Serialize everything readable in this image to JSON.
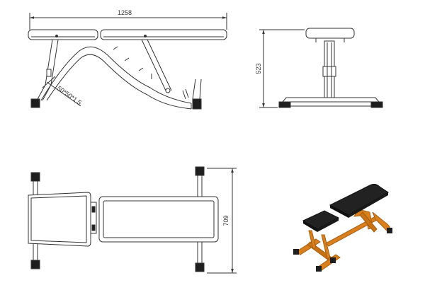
{
  "dimensions": {
    "overall_length": "1258",
    "height": "523",
    "width": "709",
    "tube_spec": "50*50*1.5"
  },
  "colors": {
    "line": "#333333",
    "pad": "#1b1b1b",
    "frame": "#d9801e",
    "frame_shadow": "#a85e10",
    "foot_cap": "#1e1e1e"
  }
}
